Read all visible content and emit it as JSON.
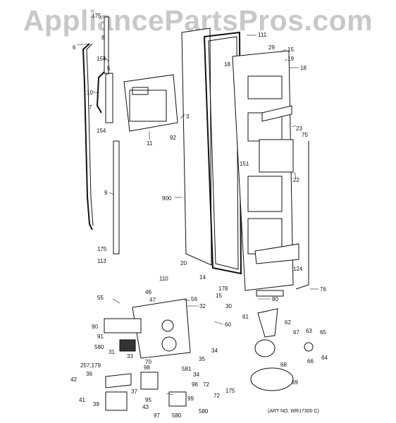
{
  "watermark": "AppliancePartsPros.com",
  "art_number": "(ART NO. WR17300 C)",
  "labels": {
    "l175a": "175",
    "l6": "6",
    "l8": "8",
    "l154a": "154",
    "l5": "5",
    "l10": "10",
    "l7": "7",
    "l154b": "154",
    "l9": "9",
    "l175b": "175",
    "l113": "113",
    "l11": "11",
    "l3": "3",
    "l92": "92",
    "l900": "900",
    "l111": "111",
    "l29": "29",
    "l15a": "15",
    "l19": "19",
    "l18a": "18",
    "l18b": "18",
    "l23": "23",
    "l75": "75",
    "l151": "151",
    "l22": "22",
    "l124": "124",
    "l20": "20",
    "l14": "14",
    "l110": "110",
    "l178": "178",
    "l15b": "15",
    "l76": "76",
    "l80": "80",
    "l55": "55",
    "l46": "46",
    "l47": "47",
    "l56": "56",
    "l32": "32",
    "l30": "30",
    "l60": "60",
    "l61": "61",
    "l62": "62",
    "l67": "67",
    "l63": "63",
    "l65": "65",
    "l90": "90",
    "l91": "91",
    "l580a": "580",
    "l31": "31",
    "l33": "33",
    "l34a": "34",
    "l35": "35",
    "l68": "68",
    "l66": "66",
    "l64": "64",
    "l257": "257,179",
    "l70": "70",
    "l581": "581",
    "l36": "36",
    "l98": "98",
    "l34b": "34",
    "l42": "42",
    "l37": "37",
    "l72a": "72",
    "l72b": "72",
    "l175c": "175",
    "l69": "69",
    "l41": "41",
    "l95": "95",
    "l96": "96",
    "l39": "39",
    "l43": "43",
    "l99": "99",
    "l97": "97",
    "l580b": "580",
    "l580c": "580"
  }
}
